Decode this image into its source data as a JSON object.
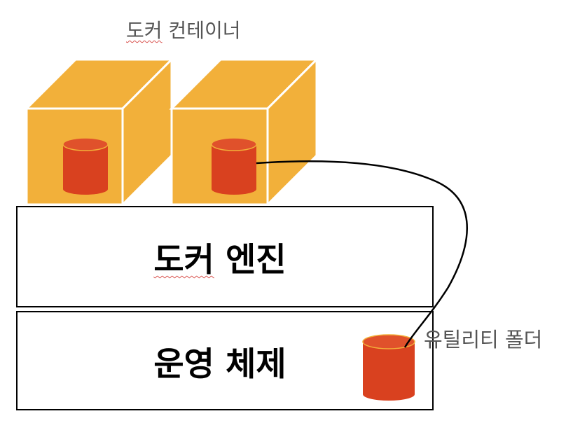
{
  "title": {
    "prefix": "도커",
    "suffix": " 컨테이너"
  },
  "engine": {
    "prefix": "도커",
    "suffix": " 엔진"
  },
  "os": {
    "label": "운영 체제"
  },
  "utility": {
    "label": "유틸리티 폴더"
  },
  "colors": {
    "cube_fill": "#f2b03a",
    "cylinder_fill": "#d9411f",
    "cylinder_top": "#e0512b",
    "cylinder_rim": "#f2b03a",
    "outline": "#000000"
  }
}
